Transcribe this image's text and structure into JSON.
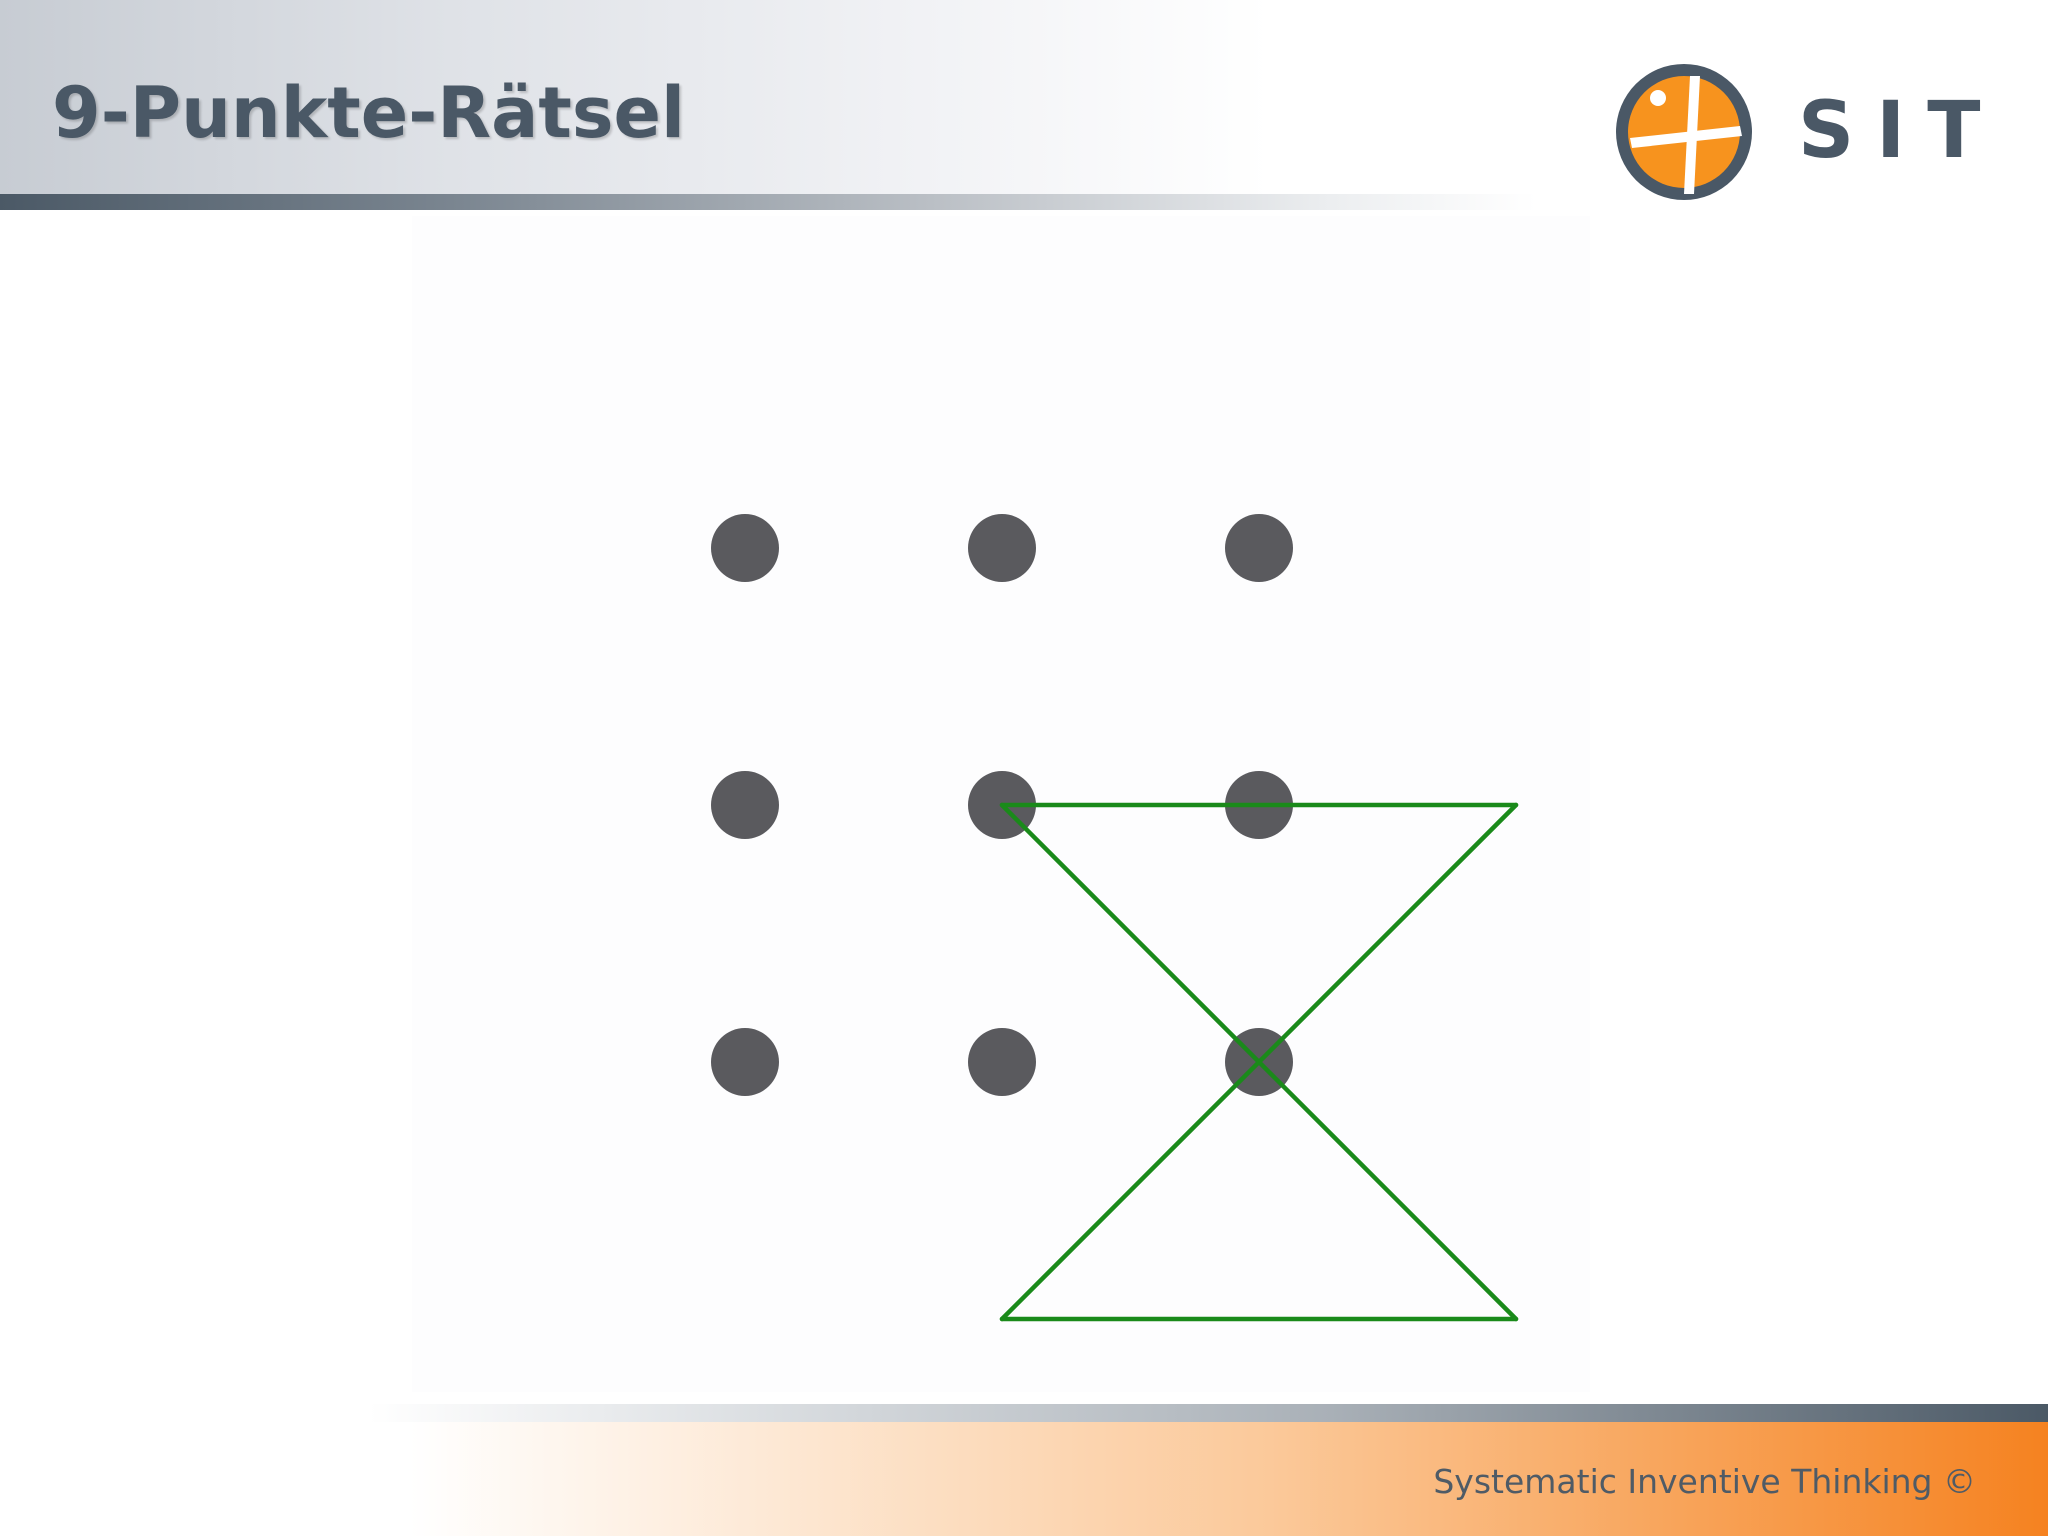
{
  "title": "9-Punkte-Rätsel",
  "logo": {
    "text": "SIT",
    "accent_color": "#f7931e",
    "ring_color": "#4a5866"
  },
  "footer": {
    "text": "Systematic Inventive Thinking ©"
  },
  "puzzle": {
    "grid_rows": 3,
    "grid_cols": 3,
    "dot_color": "#5a5a5e",
    "line_color": "#1a8a1a",
    "solution_path": [
      [
        1,
        3
      ],
      [
        3,
        1
      ],
      [
        1,
        1
      ],
      [
        3,
        3
      ]
    ]
  }
}
